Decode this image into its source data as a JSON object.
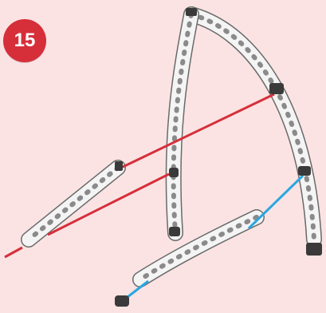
{
  "step": {
    "number": "15",
    "color": "#d62f3a"
  },
  "colors": {
    "background": "#fbe3e3",
    "guide_red": "#d62f3a",
    "guide_blue": "#2aa7e0",
    "part_fill": "#f4f4f4",
    "part_stroke": "#6a6a6a",
    "connector": "#3a3a3a"
  },
  "illustration": {
    "parts": [
      "arch-rod",
      "vertical-rod",
      "left-rod",
      "bottom-rod",
      "connectors"
    ],
    "guides": [
      "red-guide-line-1",
      "red-guide-line-2",
      "blue-guide-line-1",
      "blue-guide-line-2"
    ]
  }
}
